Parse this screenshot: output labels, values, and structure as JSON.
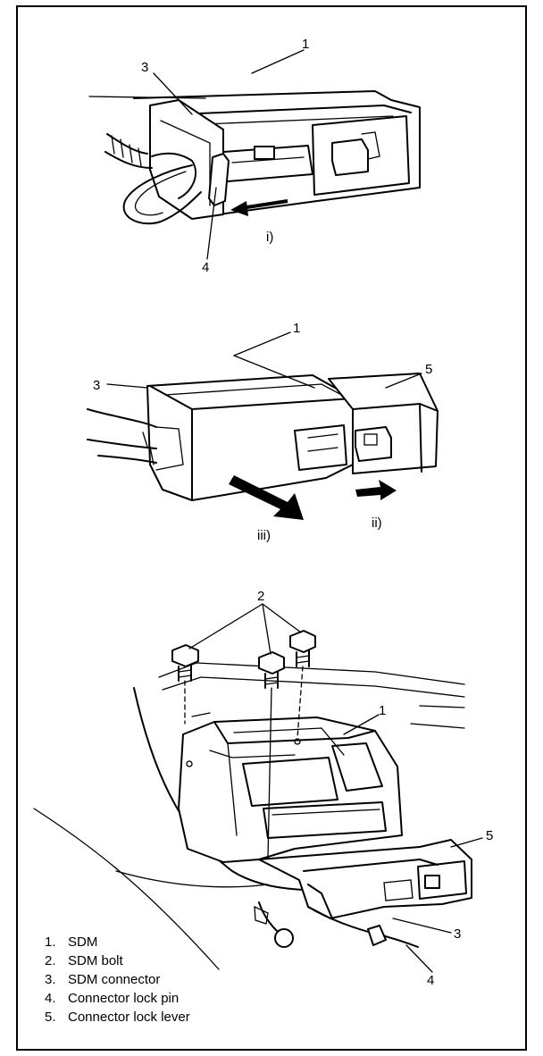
{
  "fig_top": {
    "label_1": "1",
    "label_3": "3",
    "label_4": "4",
    "step": "i)"
  },
  "fig_mid": {
    "label_1": "1",
    "label_3": "3",
    "label_5": "5",
    "step_a": "iii)",
    "step_b": "ii)"
  },
  "fig_bottom": {
    "label_1": "1",
    "label_2": "2",
    "label_3": "3",
    "label_4": "4",
    "label_5": "5"
  },
  "legend": [
    {
      "num": "1.",
      "text": "SDM"
    },
    {
      "num": "2.",
      "text": "SDM bolt"
    },
    {
      "num": "3.",
      "text": "SDM connector"
    },
    {
      "num": "4.",
      "text": "Connector lock pin"
    },
    {
      "num": "5.",
      "text": "Connector lock lever"
    }
  ]
}
